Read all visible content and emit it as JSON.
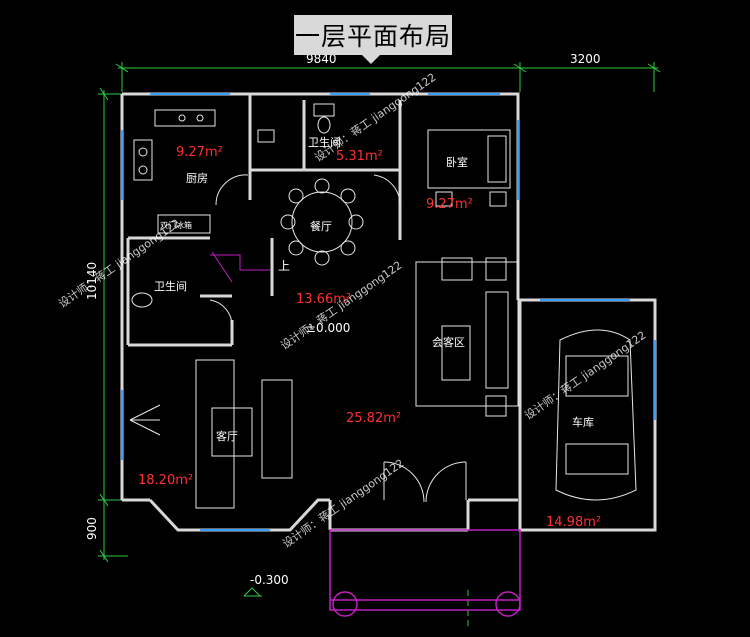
{
  "title": "一层平面布局",
  "dimensions": {
    "width_main": "9840",
    "width_garage": "3200",
    "depth": "10140",
    "porch": "900",
    "level": "-0.300"
  },
  "rooms": {
    "kitchen": {
      "name": "厨房",
      "area": "9.27m²",
      "appliance": "双门冰箱"
    },
    "bath_top": {
      "name": "卫生间",
      "area": "5.31m²"
    },
    "bedroom": {
      "name": "卧室",
      "area": "9.27m²"
    },
    "dining": {
      "name": "餐厅"
    },
    "bath_left": {
      "name": "卫生间"
    },
    "stair_area": {
      "area": "13.66m²",
      "level": "±0.000"
    },
    "reception": {
      "name": "会客区"
    },
    "living": {
      "name": "客厅",
      "area": "18.20m²"
    },
    "hall": {
      "area": "25.82m²"
    },
    "garage": {
      "name": "车库",
      "area": "14.98m²"
    }
  },
  "stair_mark": "上",
  "watermark": "设计师：蒋工 jianggong122",
  "colors": {
    "wall": "#d8d8d8",
    "dim": "#2ecc40",
    "area": "#ff3030",
    "label": "#ffffff",
    "window": "#3aa0ff",
    "porch": "#c020c0",
    "furniture": "#e6e6e6"
  }
}
